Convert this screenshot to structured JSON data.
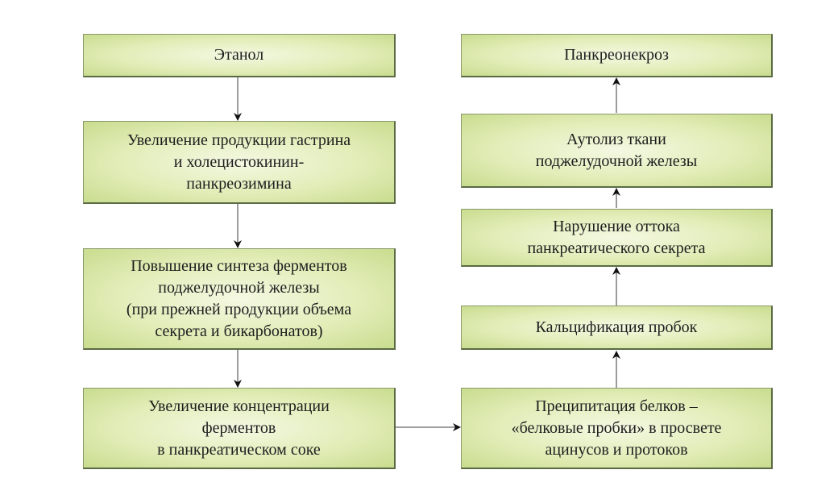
{
  "left_column": [
    {
      "text": "Этанол"
    },
    {
      "text": "Увеличение продукции гастрина\nи холецистокинин-\nпанкреозимина"
    },
    {
      "text": "Повышение синтеза ферментов\nподжелудочной железы\n(при прежней продукции объема\nсекрета и бикарбонатов)"
    },
    {
      "text": "Увеличение концентрации\nферментов\nв панкреатическом соке"
    }
  ],
  "right_column": [
    {
      "text": "Панкреонекроз"
    },
    {
      "text": "Аутолиз ткани\nподжелудочной железы"
    },
    {
      "text": "Нарушение оттока\nпанкреатического секрета"
    },
    {
      "text": "Кальцификация пробок"
    },
    {
      "text": "Преципитация белков –\n«белковые пробки» в просвете\nацинусов и протоков"
    }
  ],
  "colors": {
    "box_center": "#f4f8e2",
    "box_edge": "#c9dc8e",
    "arrow": "#555555"
  }
}
